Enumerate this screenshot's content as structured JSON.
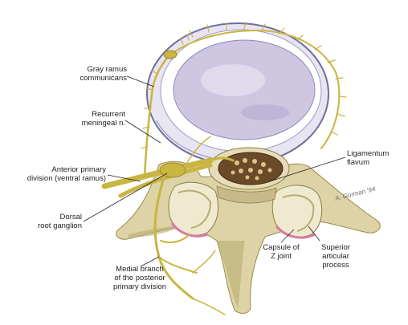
{
  "labels": {
    "gray_ramus": [
      "Gray ramus",
      "communicans"
    ],
    "recurrent_meningeal": [
      "Recurrent",
      "meningeal n."
    ],
    "anterior_primary": [
      "Anterior primary",
      "division (ventral ramus)"
    ],
    "dorsal_root": [
      "Dorsal",
      "root ganglion"
    ],
    "medial_branch": [
      "Medial branch",
      "of the posterior",
      "primary division"
    ],
    "capsule": [
      "Capsule of",
      "Z joint"
    ],
    "superior_articular": [
      "Superior",
      "articular",
      "process"
    ],
    "ligamentum_flavum": [
      "Ligamentum",
      "flavum"
    ]
  },
  "signature": "A. Gorman '94",
  "colors": {
    "disc_rim": "#8b8fb8",
    "disc_inner": "#c9c2dc",
    "bone": "#ddd3a6",
    "bone_shadow": "#b9ab72",
    "nerve": "#c9b541",
    "nerve_dark": "#9b8a2a",
    "canal": "#5b3e22",
    "pink": "#d77aa1"
  }
}
